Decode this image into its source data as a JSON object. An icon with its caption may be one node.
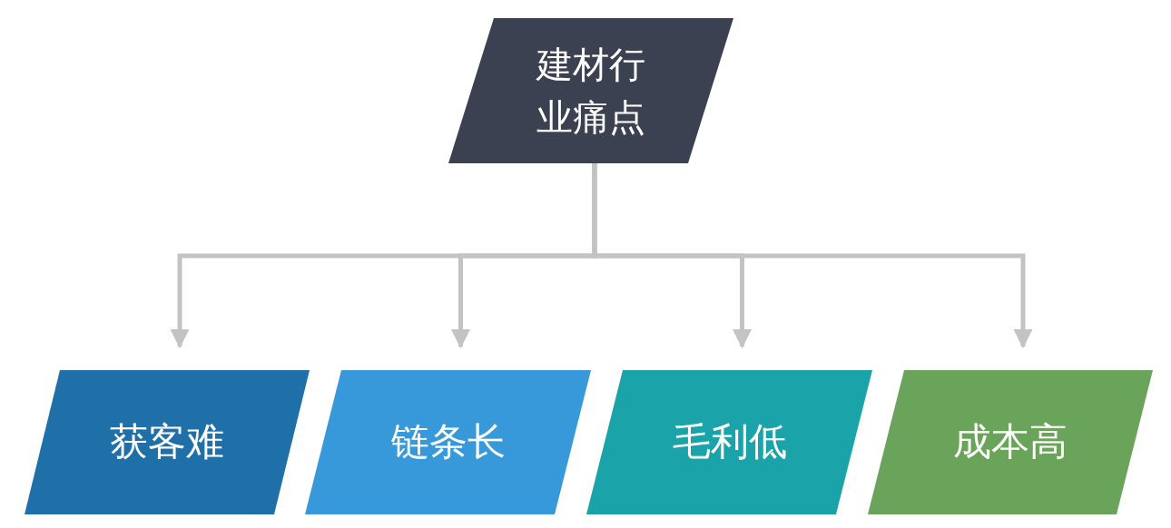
{
  "diagram": {
    "nodes": [
      {
        "text": [
          "建材行业痛点"
        ]
      },
      {
        "text": [
          "获客难"
        ]
      },
      {
        "text": [
          "链条长"
        ]
      },
      {
        "text": [
          "毛利低"
        ]
      },
      {
        "text": [
          "成本高"
        ]
      }
    ],
    "edges": [
      {
        "from": 0,
        "to": 1,
        "arrow": "to"
      },
      {
        "from": 0,
        "to": 2,
        "arrow": "to"
      },
      {
        "from": 0,
        "to": 3,
        "arrow": "to"
      },
      {
        "from": 0,
        "to": 4,
        "arrow": "to"
      }
    ]
  }
}
